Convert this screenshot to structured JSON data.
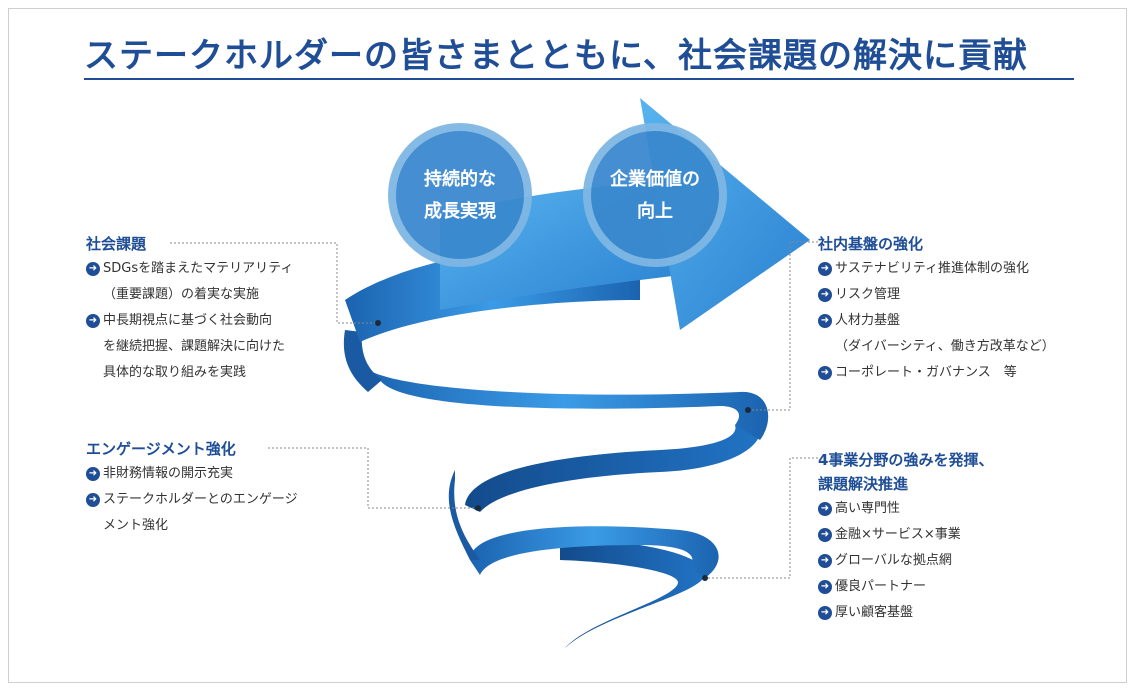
{
  "title": "ステークホルダーの皆さまとともに、社会課題の解決に貢献",
  "colors": {
    "primary": "#1f4e96",
    "ribbon": "#2f86d6",
    "ribbon_dark": "#1b63b0"
  },
  "circles": {
    "left": {
      "line1": "持続的な",
      "line2": "成長実現"
    },
    "right": {
      "line1": "企業価値の",
      "line2": "向上"
    }
  },
  "blocks": {
    "social": {
      "heading": "社会課題",
      "items": [
        "SDGsを踏まえたマテリアリティ\n（重要課題）の着実な実施",
        "中長期視点に基づく社会動向\nを継続把握、課題解決に向けた\n具体的な取り組みを実践"
      ]
    },
    "engagement": {
      "heading": "エンゲージメント強化",
      "items": [
        "非財務情報の開示充実",
        "ステークホルダーとのエンゲージ\nメント強化"
      ]
    },
    "internal": {
      "heading": "社内基盤の強化",
      "items": [
        "サステナビリティ推進体制の強化",
        "リスク管理",
        "人材力基盤\n（ダイバーシティ、働き方改革など）",
        "コーポレート・ガバナンス　等"
      ]
    },
    "business": {
      "heading": "4事業分野の強みを発揮、\n課題解決推進",
      "items": [
        "高い専門性",
        "金融×サービス×事業",
        "グローバルな拠点網",
        "優良パートナー",
        "厚い顧客基盤"
      ]
    }
  },
  "icons": {
    "bullet": "arrow-circle-right-icon"
  }
}
